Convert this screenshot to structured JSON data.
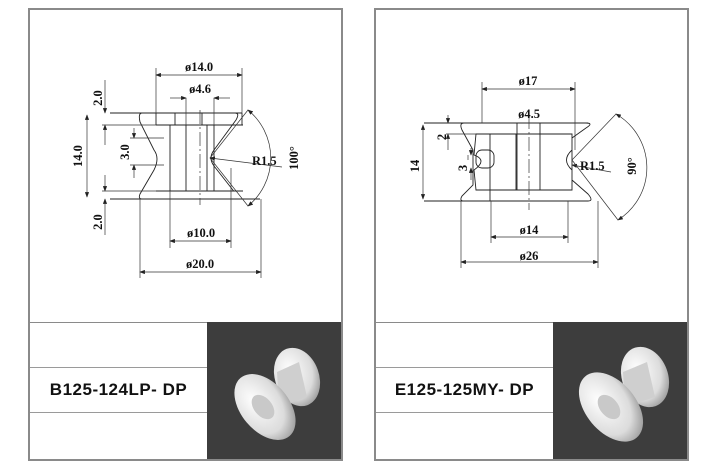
{
  "panels": [
    {
      "product_code": "B125-124LP- DP",
      "dimensions": {
        "top_diameter": "ø14.0",
        "bore_diameter": "ø4.6",
        "bottom_inner_diameter": "ø10.0",
        "outer_diameter": "ø20.0",
        "total_height": "14.0",
        "top_lip": "2.0",
        "bottom_lip": "2.0",
        "groove_height": "3.0",
        "groove_radius": "R1.5",
        "angle": "100°"
      }
    },
    {
      "product_code": "E125-125MY- DP",
      "dimensions": {
        "top_diameter": "ø17",
        "bore_diameter": "ø4.5",
        "bottom_inner_diameter": "ø14",
        "outer_diameter": "ø26",
        "total_height": "14",
        "top_lip": "2",
        "groove_height": "3",
        "groove_radius": "R1.5",
        "angle": "90°"
      }
    }
  ],
  "colors": {
    "photo_bg": "#3d3d3d",
    "border": "#8a8a8a",
    "line": "#222222"
  }
}
